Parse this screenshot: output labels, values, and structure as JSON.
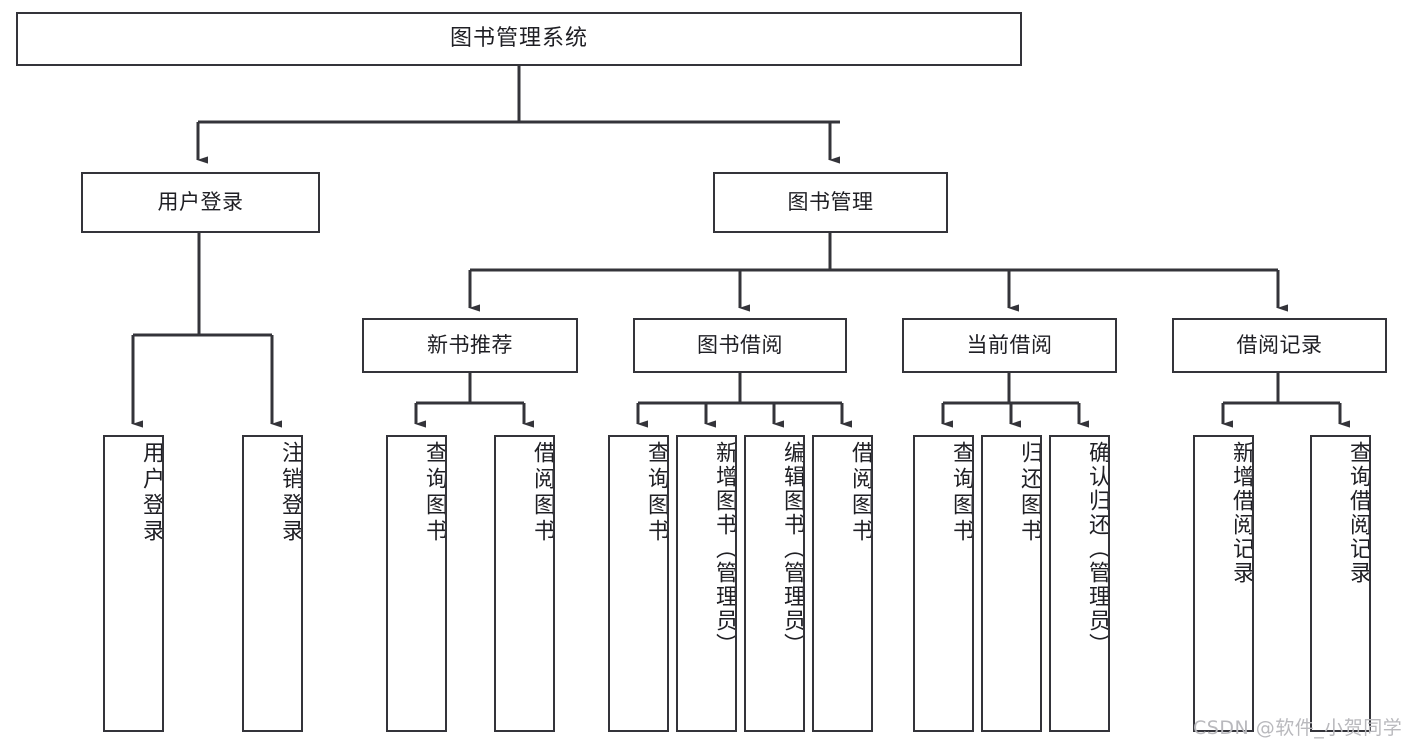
{
  "diagram": {
    "type": "tree-hierarchy-diagram",
    "title": "图书管理系统",
    "watermark": "CSDN @软件_小贺同学",
    "colors": {
      "box_border": "#34343a",
      "connector": "#34343a",
      "background": "#ffffff",
      "text": "#1f1f24",
      "watermark": "#b9b9bd"
    },
    "levels": [
      {
        "level": 1,
        "nodes": [
          {
            "id": "root",
            "label": "图书管理系统",
            "orientation": "horizontal"
          }
        ]
      },
      {
        "level": 2,
        "nodes": [
          {
            "id": "user-login",
            "label": "用户登录",
            "orientation": "horizontal",
            "parent": "root"
          },
          {
            "id": "book-manage",
            "label": "图书管理",
            "orientation": "horizontal",
            "parent": "root"
          }
        ]
      },
      {
        "level": 3,
        "nodes": [
          {
            "id": "new-book-recommend",
            "label": "新书推荐",
            "orientation": "horizontal",
            "parent": "book-manage"
          },
          {
            "id": "book-borrow",
            "label": "图书借阅",
            "orientation": "horizontal",
            "parent": "book-manage"
          },
          {
            "id": "current-borrow",
            "label": "当前借阅",
            "orientation": "horizontal",
            "parent": "book-manage"
          },
          {
            "id": "borrow-record",
            "label": "借阅记录",
            "orientation": "horizontal",
            "parent": "book-manage"
          }
        ]
      },
      {
        "level": 4,
        "nodes": [
          {
            "id": "leaf-user-login",
            "label": "用户登录",
            "orientation": "vertical",
            "parent": "user-login"
          },
          {
            "id": "leaf-logout",
            "label": "注销登录",
            "orientation": "vertical",
            "parent": "user-login"
          },
          {
            "id": "leaf-query-book-1",
            "label": "查询图书",
            "orientation": "vertical",
            "parent": "new-book-recommend"
          },
          {
            "id": "leaf-borrow-book-1",
            "label": "借阅图书",
            "orientation": "vertical",
            "parent": "new-book-recommend"
          },
          {
            "id": "leaf-query-book-2",
            "label": "查询图书",
            "orientation": "vertical",
            "parent": "book-borrow"
          },
          {
            "id": "leaf-add-book",
            "label": "新增图书（管理员）",
            "orientation": "vertical",
            "parent": "book-borrow"
          },
          {
            "id": "leaf-edit-book",
            "label": "编辑图书（管理员）",
            "orientation": "vertical",
            "parent": "book-borrow"
          },
          {
            "id": "leaf-borrow-book-2",
            "label": "借阅图书",
            "orientation": "vertical",
            "parent": "book-borrow"
          },
          {
            "id": "leaf-query-book-3",
            "label": "查询图书",
            "orientation": "vertical",
            "parent": "current-borrow"
          },
          {
            "id": "leaf-return-book",
            "label": "归还图书",
            "orientation": "vertical",
            "parent": "current-borrow"
          },
          {
            "id": "leaf-confirm-return",
            "label": "确认归还（管理员）",
            "orientation": "vertical",
            "parent": "current-borrow"
          },
          {
            "id": "leaf-add-record",
            "label": "新增借阅记录",
            "orientation": "vertical",
            "parent": "borrow-record"
          },
          {
            "id": "leaf-query-record",
            "label": "查询借阅记录",
            "orientation": "vertical",
            "parent": "borrow-record"
          }
        ]
      }
    ],
    "nodes_by_id": {
      "root": "图书管理系统",
      "user-login": "用户登录",
      "book-manage": "图书管理",
      "new-book-recommend": "新书推荐",
      "book-borrow": "图书借阅",
      "current-borrow": "当前借阅",
      "borrow-record": "借阅记录",
      "leaf-user-login": "用户登录",
      "leaf-logout": "注销登录",
      "leaf-query-book-1": "查询图书",
      "leaf-borrow-book-1": "借阅图书",
      "leaf-query-book-2": "查询图书",
      "leaf-add-book": "新增图书（管理员）",
      "leaf-edit-book": "编辑图书（管理员）",
      "leaf-borrow-book-2": "借阅图书",
      "leaf-query-book-3": "查询图书",
      "leaf-return-book": "归还图书",
      "leaf-confirm-return": "确认归还（管理员）",
      "leaf-add-record": "新增借阅记录",
      "leaf-query-record": "查询借阅记录"
    }
  }
}
